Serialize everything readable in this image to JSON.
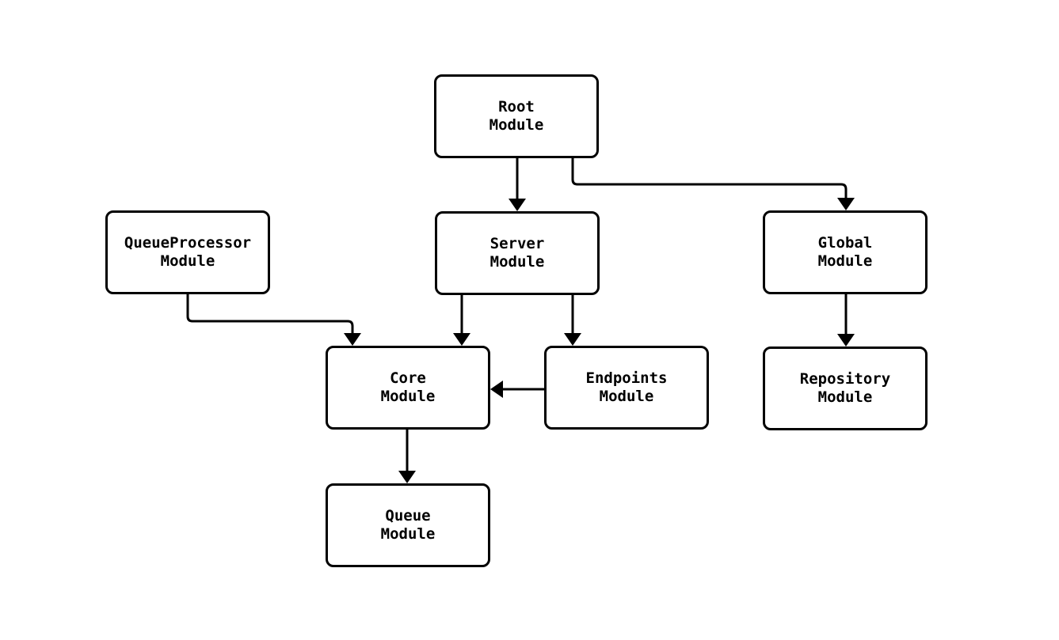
{
  "diagram": {
    "type": "module-dependency-graph",
    "nodes": [
      {
        "id": "root",
        "line1": "Root",
        "line2": "Module"
      },
      {
        "id": "queueprocessor",
        "line1": "QueueProcessor",
        "line2": "Module"
      },
      {
        "id": "server",
        "line1": "Server",
        "line2": "Module"
      },
      {
        "id": "global",
        "line1": "Global",
        "line2": "Module"
      },
      {
        "id": "core",
        "line1": "Core",
        "line2": "Module"
      },
      {
        "id": "endpoints",
        "line1": "Endpoints",
        "line2": "Module"
      },
      {
        "id": "repository",
        "line1": "Repository",
        "line2": "Module"
      },
      {
        "id": "queue",
        "line1": "Queue",
        "line2": "Module"
      }
    ],
    "edges": [
      {
        "from": "Root Module",
        "to": "Server Module"
      },
      {
        "from": "Root Module",
        "to": "Global Module"
      },
      {
        "from": "QueueProcessor Module",
        "to": "Core Module"
      },
      {
        "from": "Server Module",
        "to": "Core Module"
      },
      {
        "from": "Server Module",
        "to": "Endpoints Module"
      },
      {
        "from": "Endpoints Module",
        "to": "Core Module"
      },
      {
        "from": "Global Module",
        "to": "Repository Module"
      },
      {
        "from": "Core Module",
        "to": "Queue Module"
      }
    ],
    "colors": {
      "background": "#ffffff",
      "node_fill": "#ffffff",
      "node_border": "#000000",
      "text": "#000000",
      "edge": "#000000"
    }
  }
}
